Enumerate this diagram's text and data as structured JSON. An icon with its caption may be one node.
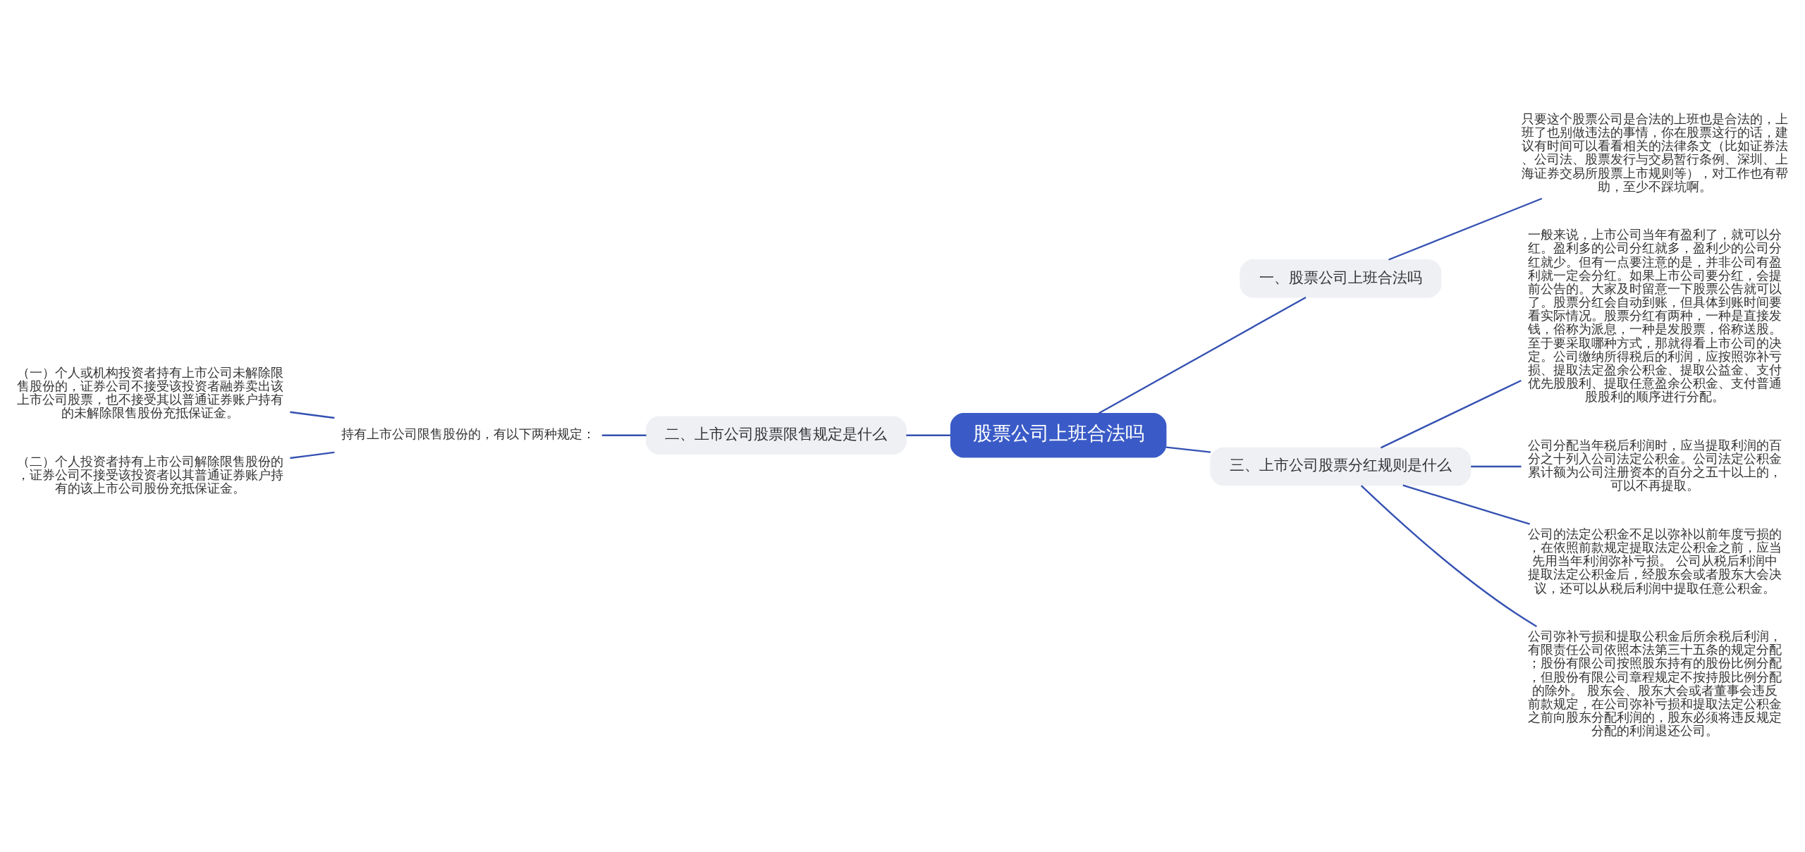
{
  "diagram": {
    "nodes": [
      {
        "text": [
          "股票公司上班合法吗"
        ]
      },
      {
        "text": [
          "一、股票公司上班合法吗"
        ]
      },
      {
        "text": [
          "只要这个股票公司是合法的上班也是合法的，上班了也别做违法的事情，你在股票这行的话，建议有时间可以看看相关的法律条文（比如证券法、公司法、股票发行与交易暂行条例、深圳、上海证券交易所股票上市规则等），对工作也有帮助，至少不踩坑啊。"
        ]
      },
      {
        "text": [
          "二、上市公司股票限售规定是什么"
        ]
      },
      {
        "text": [
          "持有上市公司限售股份的，有以下两种规定："
        ]
      },
      {
        "text": [
          "（一）个人或机构投资者持有上市公司未解除限售股份的，证券公司不接受该投资者融券卖出该上市公司股票，也不接受其以普通证券账户持有的未解除限售股份充抵保证金。"
        ]
      },
      {
        "text": [
          "（二）个人投资者持有上市公司解除限售股份的，证券公司不接受该投资者以其普通证券账户持有的该上市公司股份充抵保证金。"
        ]
      },
      {
        "text": [
          "三、上市公司股票分红规则是什么"
        ]
      },
      {
        "text": [
          "一般来说，上市公司当年有盈利了，就可以分红。盈利多的公司分红就多，盈利少的公司分红就少。但有一点要注意的是，并非公司有盈利就一定会分红。如果上市公司要分红，会提前公告的。大家及时留意一下股票公告就可以了。股票分红会自动到账，但具体到账时间要看实际情况。股票分红有两种，一种是直接发钱，俗称为派息，一种是发股票，俗称送股。至于要采取哪种方式，那就得看上市公司的决定。公司缴纳所得税后的利润，应按照弥补亏损、提取法定盈余公积金、提取公益金、支付优先股股利、提取任意盈余公积金、支付普通股股利的顺序进行分配。"
        ]
      },
      {
        "text": [
          "公司分配当年税后利润时，应当提取利润的百分之十列入公司法定公积金。公司法定公积金累计额为公司注册资本的百分之五十以上的，可以不再提取。"
        ]
      },
      {
        "text": [
          "公司的法定公积金不足以弥补以前年度亏损的，在依照前款规定提取法定公积金之前，应当先用当年利润弥补亏损。 公司从税后利润中提取法定公积金后，经股东会或者股东大会决议，还可以从税后利润中提取任意公积金。"
        ]
      },
      {
        "text": [
          "公司弥补亏损和提取公积金后所余税后利润，有限责任公司依照本法第三十五条的规定分配；股份有限公司按照股东持有的股份比例分配，但股份有限公司章程规定不按持股比例分配的除外。 股东会、股东大会或者董事会违反前款规定，在公司弥补亏损和提取法定公积金之前向股东分配利润的，股东必须将违反规定分配的利润退还公司。"
        ]
      }
    ],
    "edges": [
      {
        "from": 0,
        "to": 1,
        "arrow": "none"
      },
      {
        "from": 1,
        "to": 2,
        "arrow": "none"
      },
      {
        "from": 0,
        "to": 3,
        "arrow": "none"
      },
      {
        "from": 3,
        "to": 4,
        "arrow": "none"
      },
      {
        "from": 4,
        "to": 5,
        "arrow": "none"
      },
      {
        "from": 4,
        "to": 6,
        "arrow": "none"
      },
      {
        "from": 0,
        "to": 7,
        "arrow": "none"
      },
      {
        "from": 7,
        "to": 8,
        "arrow": "none"
      },
      {
        "from": 7,
        "to": 9,
        "arrow": "none"
      },
      {
        "from": 7,
        "to": 10,
        "arrow": "none"
      },
      {
        "from": 7,
        "to": 11,
        "arrow": "none"
      }
    ]
  }
}
